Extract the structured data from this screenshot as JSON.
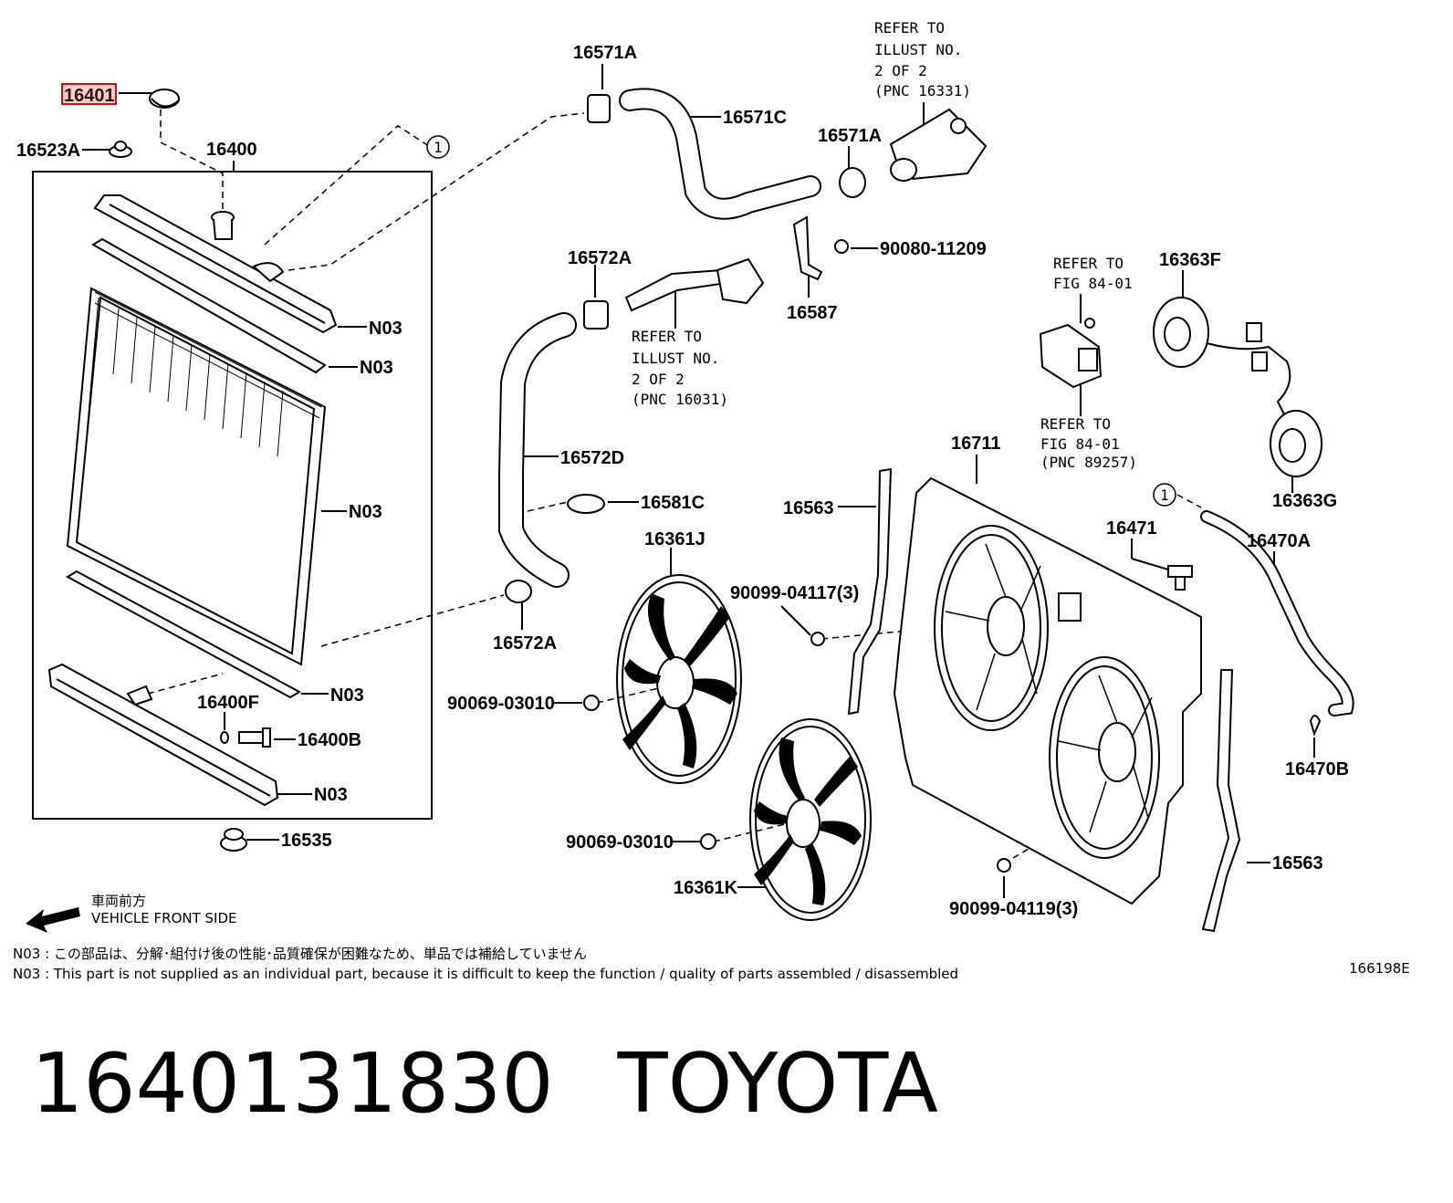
{
  "labels": {
    "l16401": "16401",
    "l16523A": "16523A",
    "l16400": "16400",
    "l16571A_top": "16571A",
    "l16571C": "16571C",
    "l16571A_right": "16571A",
    "l90080": "90080-11209",
    "l16587": "16587",
    "l16572A_top": "16572A",
    "l16572D": "16572D",
    "l16581C": "16581C",
    "l16572A_bottom": "16572A",
    "l16361J": "16361J",
    "l90099_04117": "90099-04117(3)",
    "l90069_a": "90069-03010",
    "l90069_b": "90069-03010",
    "l16361K": "16361K",
    "l90099_04119": "90099-04119(3)",
    "l16711": "16711",
    "l16563_top": "16563",
    "l16563_bottom": "16563",
    "l16471": "16471",
    "l16470A": "16470A",
    "l16470B": "16470B",
    "l16363F": "16363F",
    "l16363G": "16363G",
    "n03_1": "N03",
    "n03_2": "N03",
    "n03_3": "N03",
    "n03_4": "N03",
    "n03_5": "N03",
    "l16400F": "16400F",
    "l16400B": "16400B",
    "l16535": "16535",
    "circle1a": "1",
    "circle1b": "1"
  },
  "refs": {
    "illust16331": [
      "REFER TO",
      "ILLUST NO.",
      "2 OF 2",
      "(PNC 16331)"
    ],
    "illust16031": [
      "REFER TO",
      "ILLUST NO.",
      "2 OF 2",
      "(PNC 16031)"
    ],
    "fig84_top": [
      "REFER TO",
      "FIG 84-01"
    ],
    "fig84_bottom": [
      "REFER TO",
      "FIG 84-01",
      "(PNC 89257)"
    ]
  },
  "direction": {
    "jp": "車両前方",
    "en": "VEHICLE FRONT SIDE"
  },
  "notes": {
    "jp": "N03 : この部品は、分解･組付け後の性能･品質確保が困難なため、単品では補給していません",
    "en": "N03 : This part is not supplied as an individual part, because it is difficult to keep the function / quality of parts  assembled / disassembled"
  },
  "figure_code": "166198E",
  "footer": {
    "part_number": "1640131830",
    "brand": "TOYOTA"
  },
  "colors": {
    "highlight": "#d01010"
  }
}
